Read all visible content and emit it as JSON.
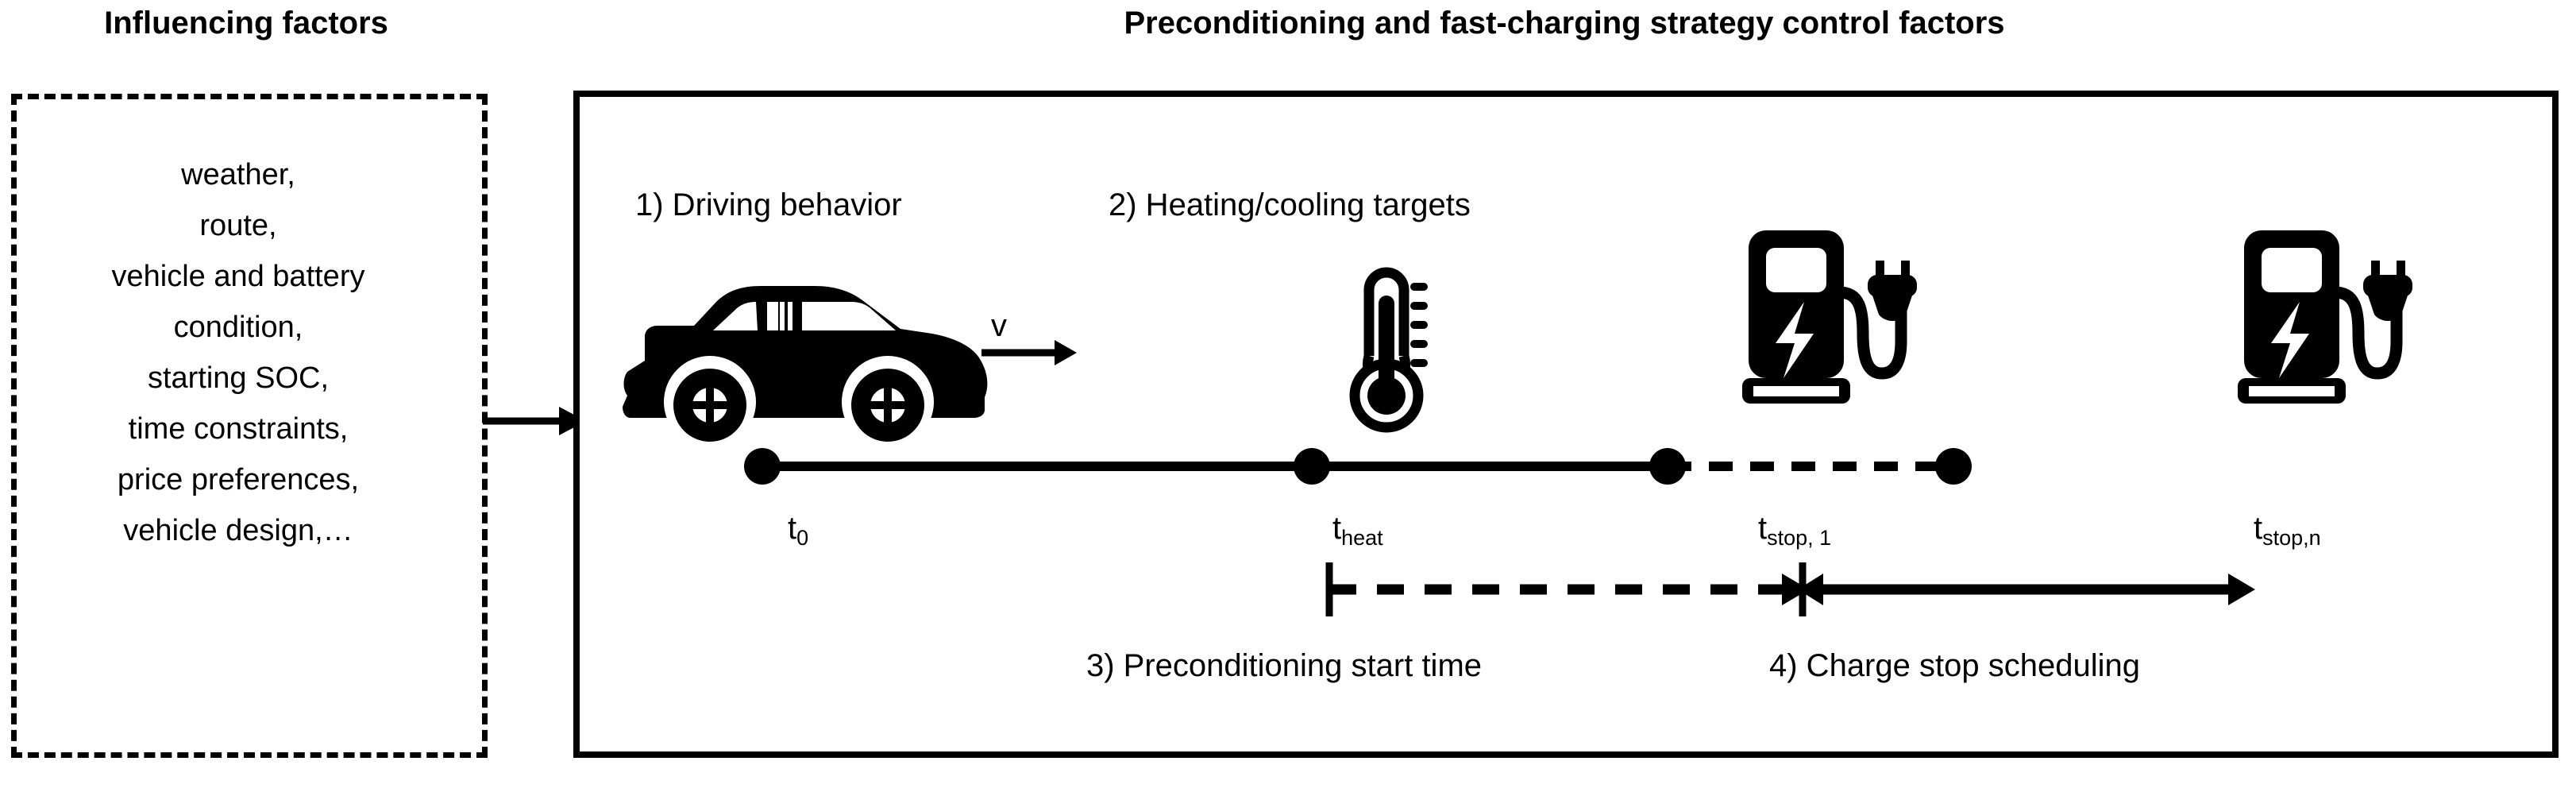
{
  "headings": {
    "left": "Influencing factors",
    "right": "Preconditioning and fast-charging strategy control factors"
  },
  "influencing_factors": {
    "lines": [
      "weather,",
      "route,",
      "vehicle and battery",
      "condition,",
      "starting SOC,",
      "time constraints,",
      "price preferences,",
      "vehicle design,…"
    ]
  },
  "control_factors": {
    "steps": [
      {
        "number": "1)",
        "label": "1) Driving behavior"
      },
      {
        "number": "2)",
        "label": "2) Heating/cooling targets"
      },
      {
        "number": "3)",
        "label": "3) Preconditioning start time"
      },
      {
        "number": "4)",
        "label": "4) Charge stop scheduling"
      }
    ],
    "speed_symbol": "v",
    "timeline": {
      "ticks": [
        {
          "base": "t",
          "sub": "0",
          "display": "t0"
        },
        {
          "base": "t",
          "sub": "heat",
          "display": "theat"
        },
        {
          "base": "t",
          "sub": "stop, 1",
          "display": "tstop,1"
        },
        {
          "base": "t",
          "sub": "stop,n",
          "display": "tstop,n"
        }
      ]
    }
  },
  "colors": {
    "foreground": "#000000",
    "background": "#ffffff"
  }
}
